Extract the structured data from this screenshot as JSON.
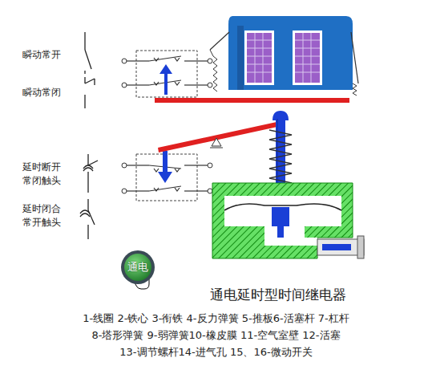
{
  "diagram": {
    "title": "通电延时型时间继电器",
    "nodes": [
      {
        "text": [
          "通电"
        ]
      }
    ],
    "labels": [
      "瞬动常开",
      "瞬动常闭",
      "延时断开 常闭触头",
      "延时闭合 常开触头",
      "1-线圈 2-铁心 3-衔铁 4-反力弹簧 5-推板6-活塞杆 7-杠杆",
      "8-塔形弹簧 9-弱弹簧10-橡皮膜 11-空气室壁 12-活塞",
      "13-调节螺杆14-进气孔 15、16-微动开关"
    ]
  }
}
